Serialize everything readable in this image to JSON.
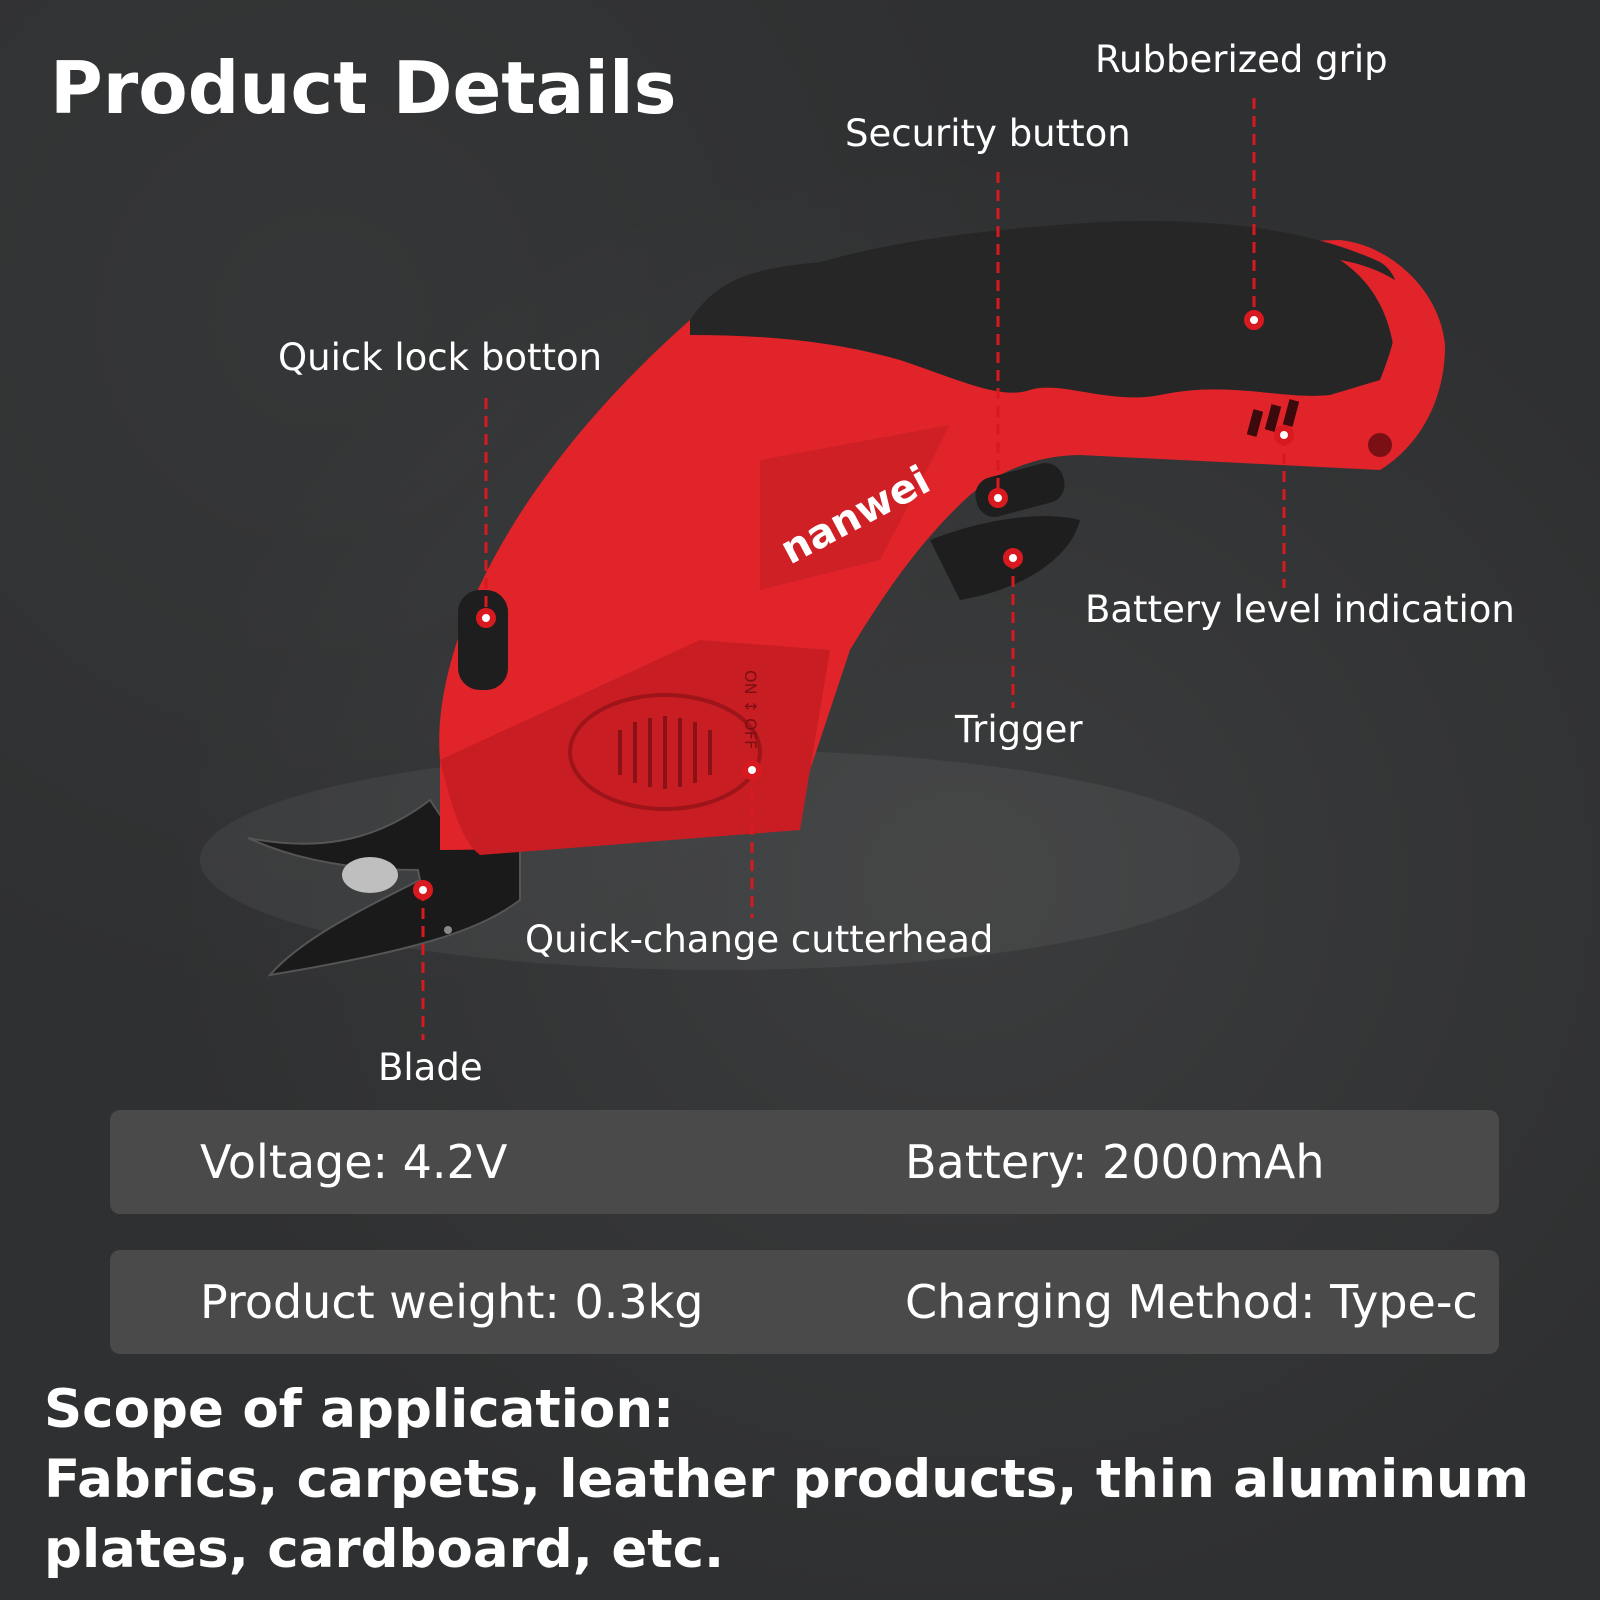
{
  "header": {
    "title": "Product Details"
  },
  "product": {
    "brand_logo": "nanwei",
    "switch_marking": "ON ↕ OFF",
    "colors": {
      "body": "#e0242a",
      "grip": "#262626",
      "marker": "#d8191f",
      "background": "#2f3031",
      "spec_bar": "#4a4a4b"
    }
  },
  "callouts": {
    "rubberized_grip": "Rubberized grip",
    "security_button": "Security button",
    "quick_lock": "Quick lock botton",
    "battery_level": "Battery level indication",
    "trigger": "Trigger",
    "cutterhead": "Quick-change cutterhead",
    "blade": "Blade"
  },
  "specs": [
    {
      "left": "Voltage: 4.2V",
      "right": "Battery: 2000mAh"
    },
    {
      "left": "Product weight: 0.3kg",
      "right": "Charging Method: Type-c"
    }
  ],
  "scope": {
    "heading": "Scope of application:",
    "text": "Fabrics, carpets, leather products, thin aluminum plates, cardboard, etc."
  }
}
